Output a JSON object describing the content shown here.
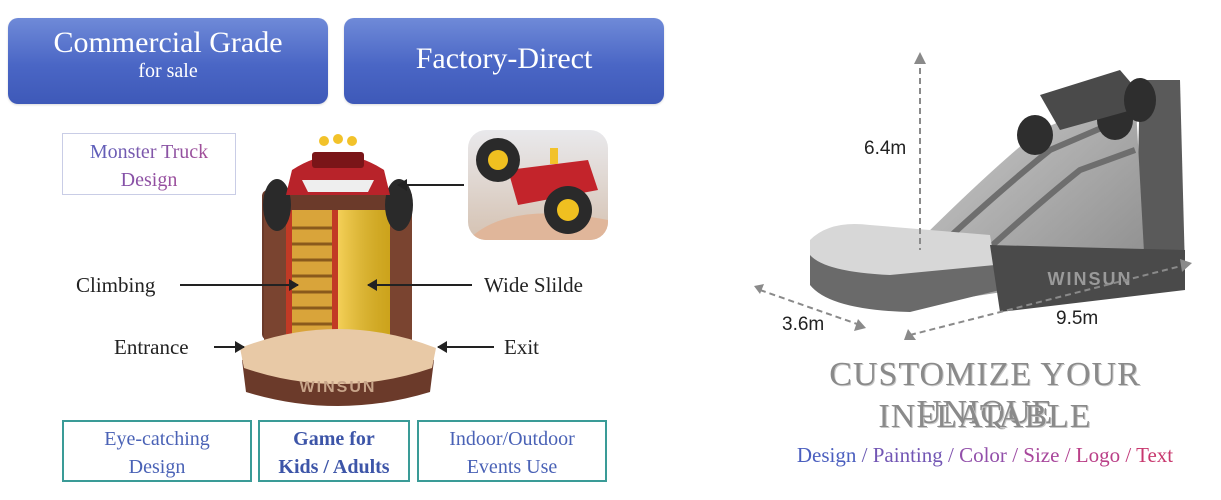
{
  "header": {
    "commercial": {
      "title": "Commercial Grade",
      "subtitle": "for sale"
    },
    "factory": {
      "title": "Factory-Direct"
    }
  },
  "feature_box": {
    "line1": "Monster Truck",
    "line2": "Design"
  },
  "callouts": {
    "climbing": "Climbing",
    "wide_slide": "Wide Slilde",
    "entrance": "Entrance",
    "exit": "Exit"
  },
  "bottom_boxes": [
    {
      "line1": "Eye-catching",
      "line2": "Design"
    },
    {
      "line1": "Game for",
      "line2": "Kids / Adults"
    },
    {
      "line1": "Indoor/Outdoor",
      "line2": "Events Use"
    }
  ],
  "dimensions": {
    "height": "6.4m",
    "width": "3.6m",
    "length": "9.5m"
  },
  "customize": {
    "line1": "CUSTOMIZE YOUR UNIQUE",
    "line2": "INFLATABLE",
    "options": [
      "Design",
      "Painting",
      "Color",
      "Size",
      "Logo",
      "Text"
    ],
    "separator": " / "
  },
  "watermark": "WINSUN",
  "colors": {
    "pill_blue": "#4a66c5",
    "frame_teal": "#3a9b97",
    "frame_blue": "#4a5fb0",
    "slide_red": "#b8232a",
    "slide_yellow": "#f0c020",
    "slide_tan": "#e8c9a6"
  }
}
